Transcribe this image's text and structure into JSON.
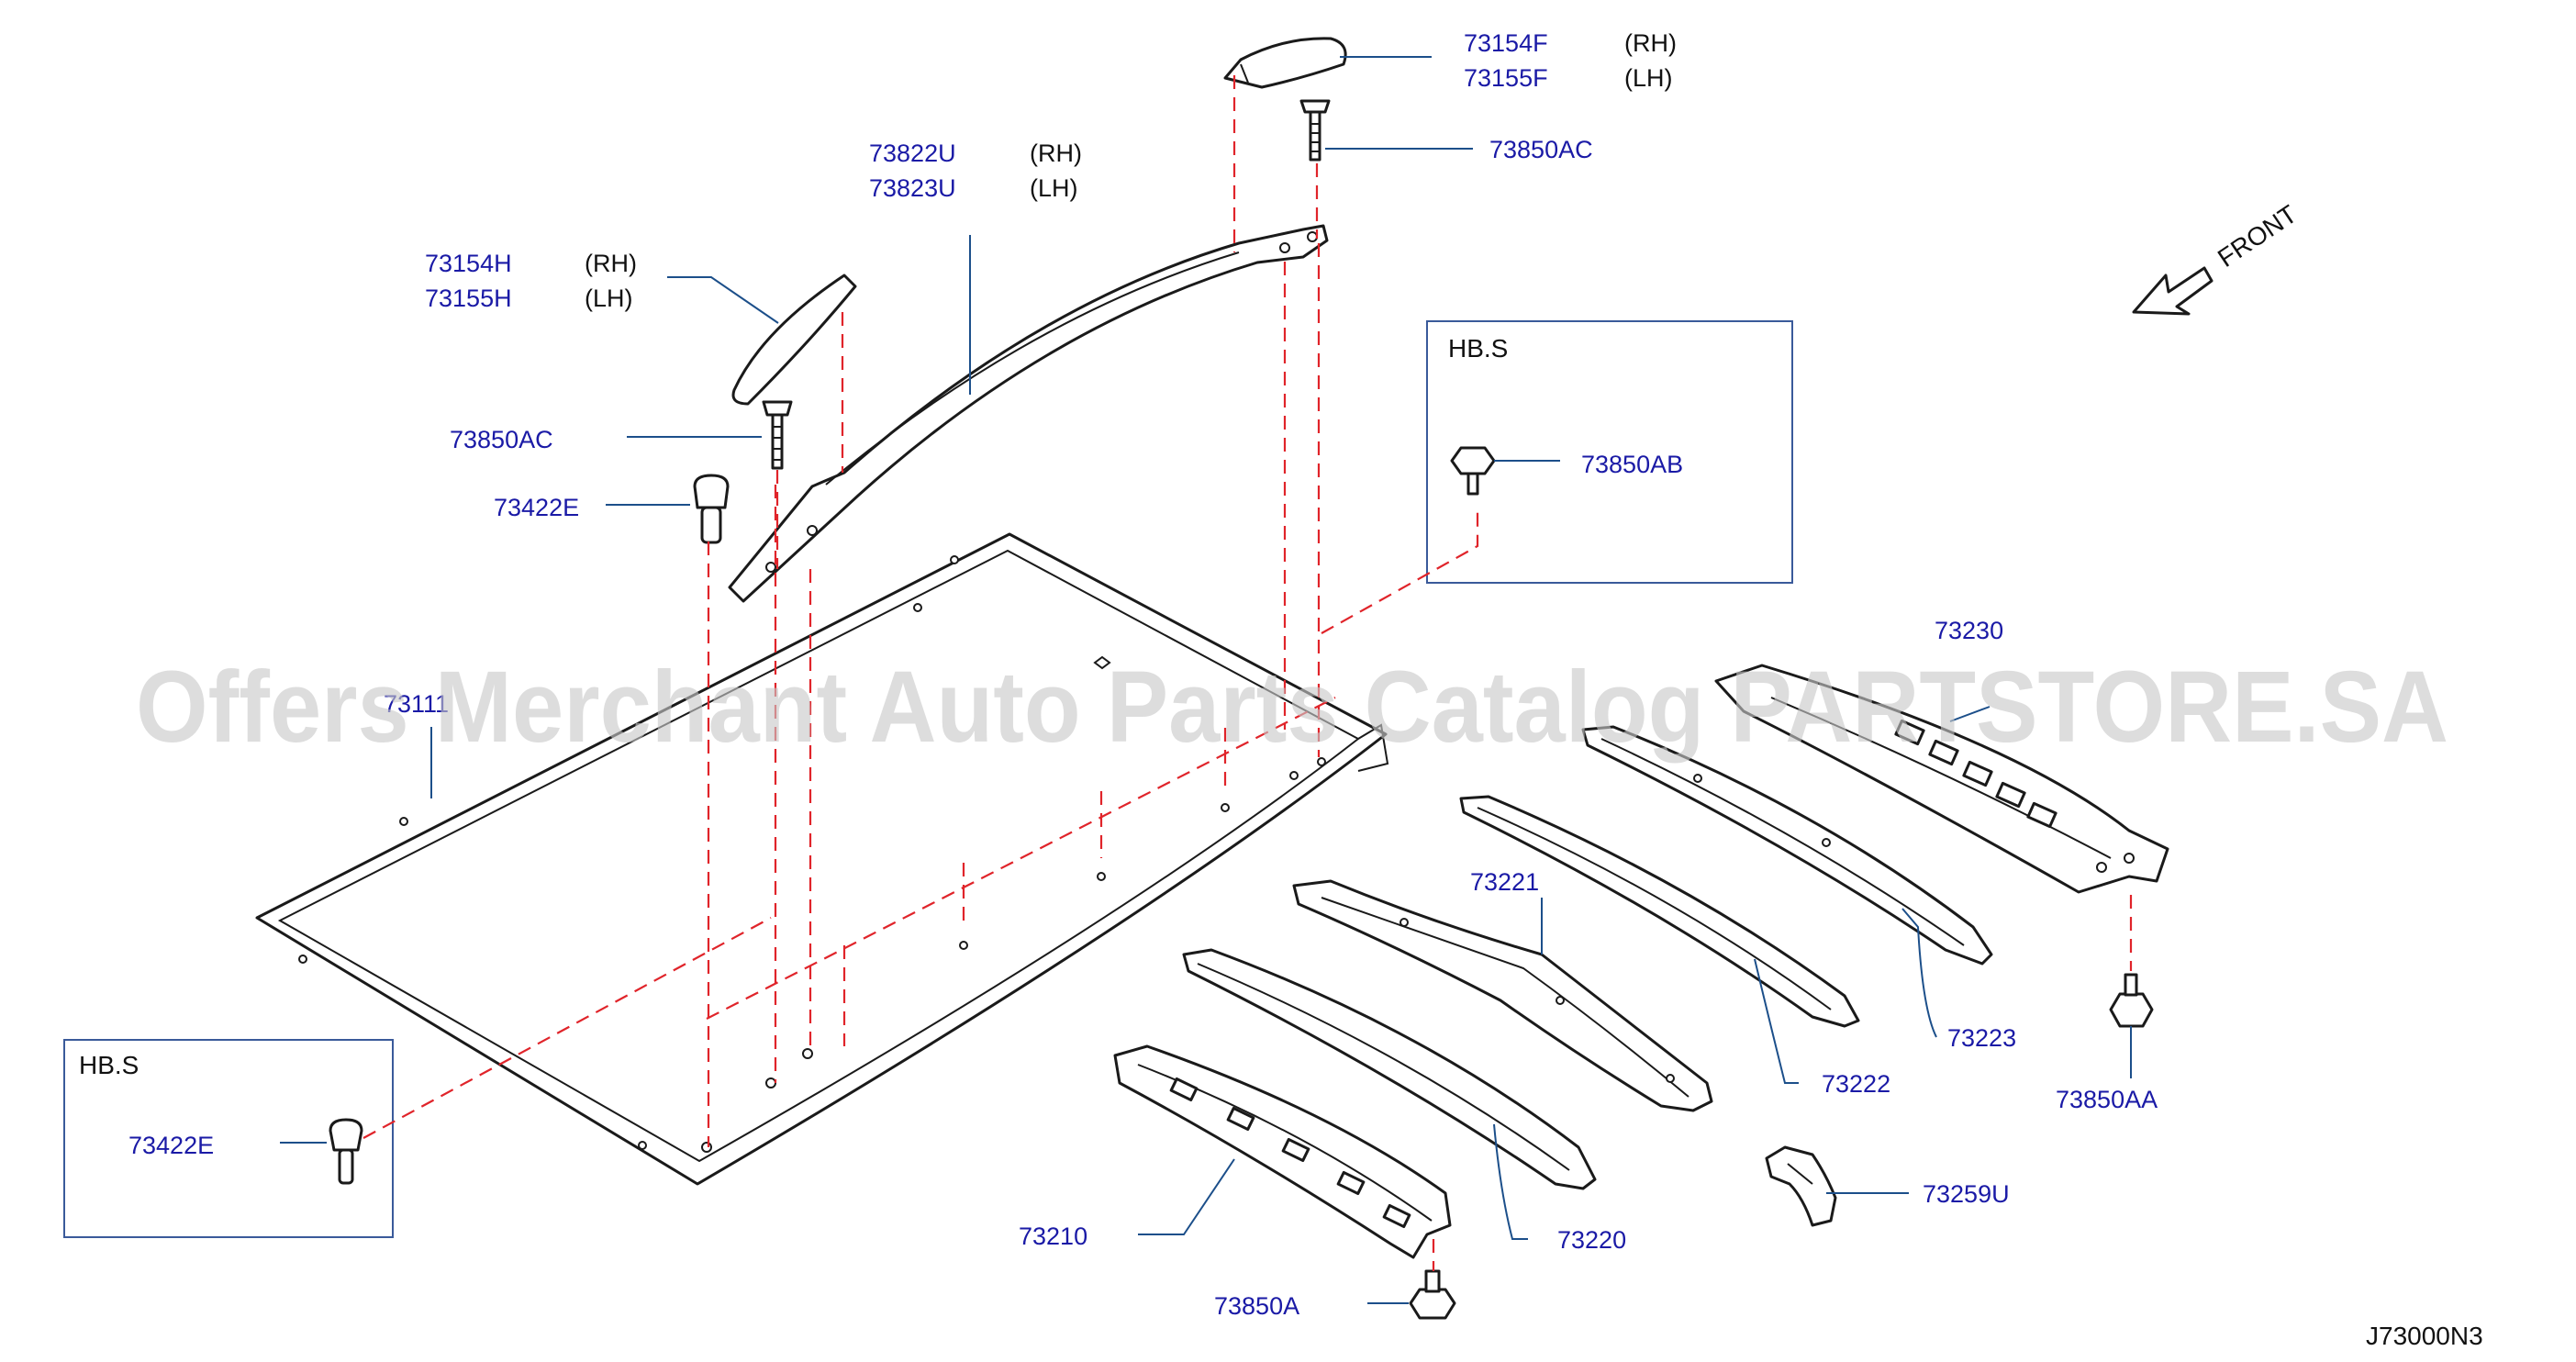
{
  "diagram_code": "J73000N3",
  "watermark": "Offers Merchant Auto Parts Catalog PARTSTORE.SA",
  "front_indicator": {
    "label": "FRONT",
    "icon": "front-arrow-icon"
  },
  "hbs_boxes": [
    {
      "title": "HB.S",
      "part_number": "73850AB"
    },
    {
      "title": "HB.S",
      "part_number": "73422E"
    }
  ],
  "labels": {
    "finisher_rear_rh": "73154F",
    "finisher_rear_lh": "73155F",
    "rail_rh": "73822U",
    "rail_lh": "73823U",
    "finisher_front_rh": "73154H",
    "finisher_front_lh": "73155H",
    "screw_rear": "73850AC",
    "screw_front": "73850AC",
    "clip_front": "73422E",
    "roof_panel": "73111",
    "bow_rear": "73230",
    "bow_221": "73221",
    "bow_223": "73223",
    "bow_222": "73222",
    "bow_220": "73220",
    "bow_210": "73210",
    "screw_aa": "73850AA",
    "bracket": "73259U",
    "screw_a": "73850A"
  },
  "sides": {
    "rh": "(RH)",
    "lh": "(LH)"
  },
  "colors": {
    "part_number_text": "#1a1aa6",
    "dashed_line": "#e0242a",
    "leader_line": "#1c4f8a"
  }
}
